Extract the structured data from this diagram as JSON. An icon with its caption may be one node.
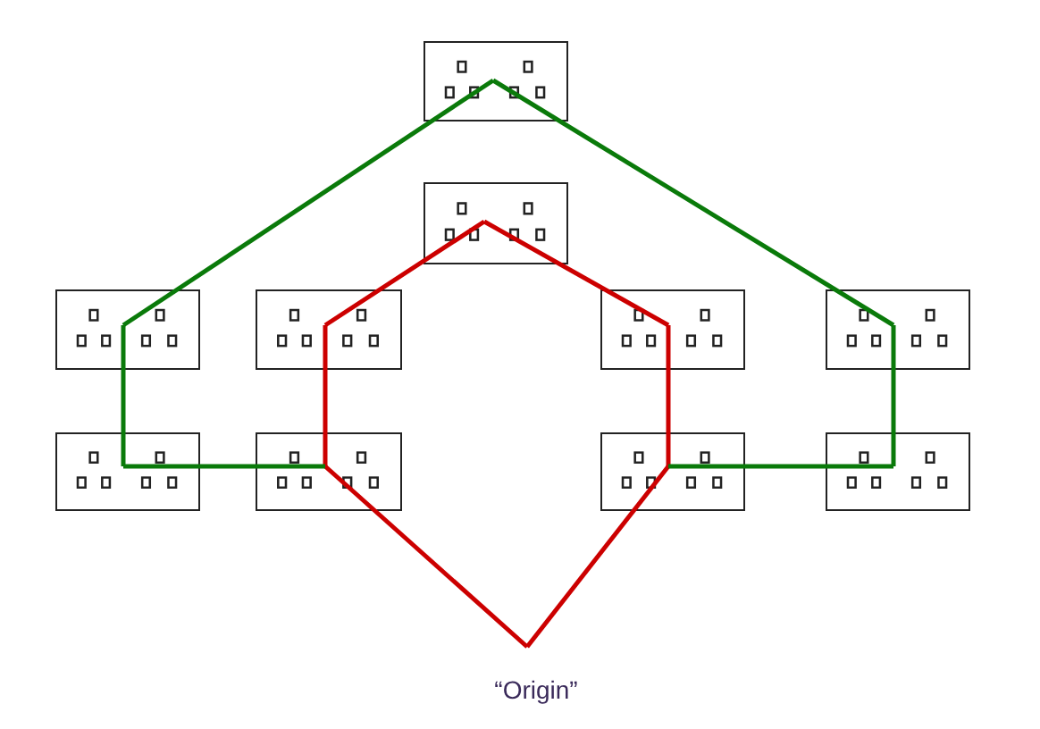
{
  "diagram": {
    "nodes": [
      {
        "text": [],
        "shape": "box"
      },
      {
        "text": [],
        "shape": "box"
      },
      {
        "text": [],
        "shape": "box"
      },
      {
        "text": [],
        "shape": "box"
      },
      {
        "text": [],
        "shape": "box"
      },
      {
        "text": [],
        "shape": "box"
      },
      {
        "text": [],
        "shape": "box"
      },
      {
        "text": [],
        "shape": "box"
      },
      {
        "text": [],
        "shape": "box"
      },
      {
        "text": [],
        "shape": "box"
      },
      {
        "text": [
          "“Origin”"
        ]
      }
    ],
    "edges": [
      {
        "from": 10,
        "to": 7,
        "arrow": "none",
        "color": "#cc0000"
      },
      {
        "from": 7,
        "to": 3,
        "arrow": "none",
        "color": "#cc0000"
      },
      {
        "from": 3,
        "to": 1,
        "arrow": "none",
        "color": "#cc0000"
      },
      {
        "from": 1,
        "to": 4,
        "arrow": "none",
        "color": "#cc0000"
      },
      {
        "from": 4,
        "to": 8,
        "arrow": "none",
        "color": "#cc0000"
      },
      {
        "from": 8,
        "to": 10,
        "arrow": "none",
        "color": "#cc0000"
      },
      {
        "from": 7,
        "to": 6,
        "arrow": "none",
        "color": "#0a7a0a"
      },
      {
        "from": 6,
        "to": 2,
        "arrow": "none",
        "color": "#0a7a0a"
      },
      {
        "from": 2,
        "to": 0,
        "arrow": "none",
        "color": "#0a7a0a"
      },
      {
        "from": 0,
        "to": 5,
        "arrow": "none",
        "color": "#0a7a0a"
      },
      {
        "from": 5,
        "to": 9,
        "arrow": "none",
        "color": "#0a7a0a"
      },
      {
        "from": 9,
        "to": 8,
        "arrow": "none",
        "color": "#0a7a0a"
      }
    ]
  }
}
